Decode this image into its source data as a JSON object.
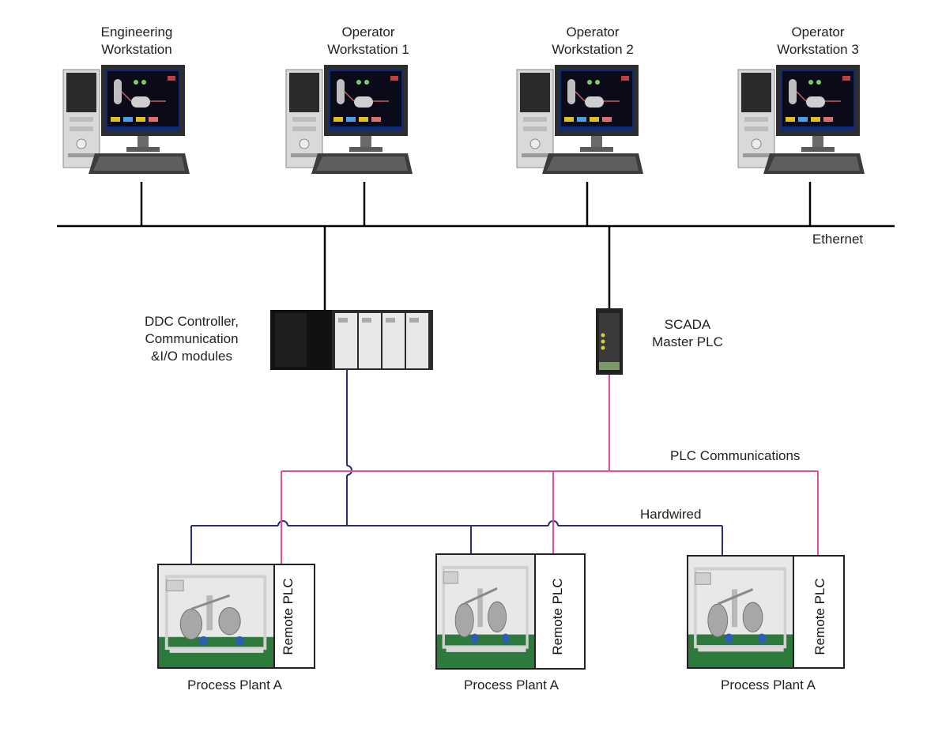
{
  "workstations": [
    {
      "line1": "Engineering",
      "line2": "Workstation"
    },
    {
      "line1": "Operator",
      "line2": "Workstation 1"
    },
    {
      "line1": "Operator",
      "line2": "Workstation 2"
    },
    {
      "line1": "Operator",
      "line2": "Workstation 3"
    }
  ],
  "network": {
    "ethernet_label": "Ethernet"
  },
  "ddc": {
    "line1": "DDC Controller,",
    "line2": "Communication",
    "line3": "&I/O modules"
  },
  "scada": {
    "line1": "SCADA",
    "line2": "Master PLC"
  },
  "buses": {
    "plc_comms_label": "PLC Communications",
    "hardwired_label": "Hardwired"
  },
  "plants": [
    {
      "label": "Process Plant A",
      "plc_label": "Remote PLC"
    },
    {
      "label": "Process Plant A",
      "plc_label": "Remote PLC"
    },
    {
      "label": "Process Plant A",
      "plc_label": "Remote PLC"
    }
  ],
  "colors": {
    "ethernet": "#000000",
    "hardwired": "#2b2f7a",
    "plc": "#e0509a"
  }
}
